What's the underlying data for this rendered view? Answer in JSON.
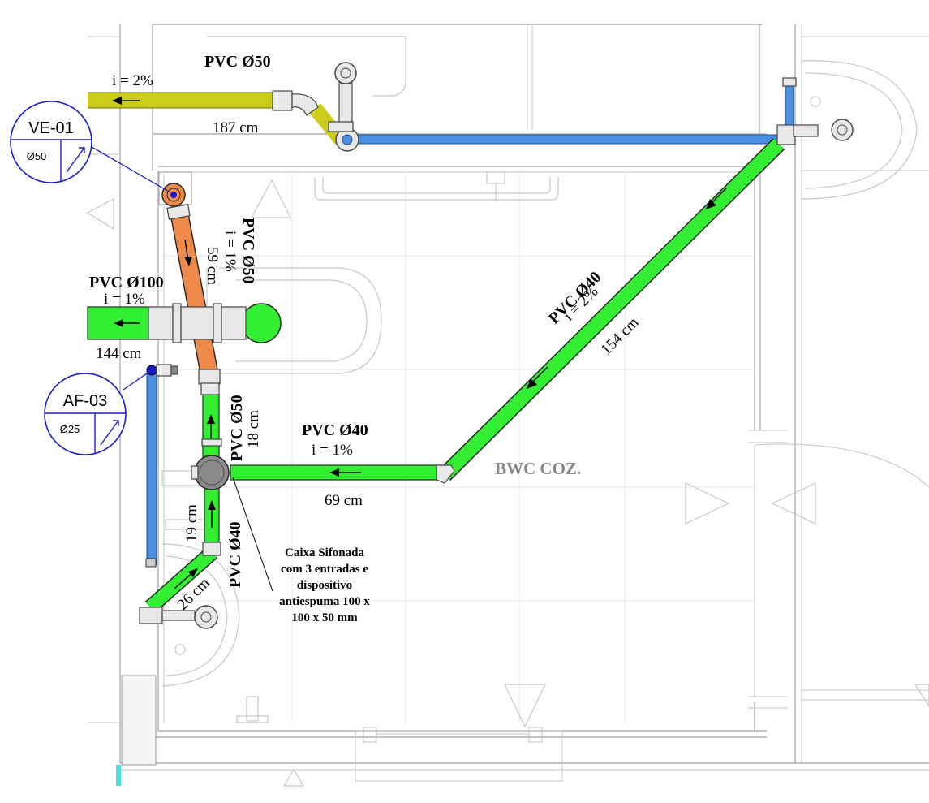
{
  "colors": {
    "pvc_green": "#33ee33",
    "vent_orange": "#f08a4b",
    "water_blue": "#4a8fe0",
    "drain_yellow": "#cccc1a",
    "tag_blue": "#1a1acc",
    "fitting_grey": "#e8e8e8"
  },
  "labels": {
    "pvc50_top": "PVC   Ø50",
    "slope_top": "i =    2%",
    "len_top": "187 cm",
    "pvc100": "PVC   Ø100",
    "slope_100": "i =    1%",
    "len_100": "144 cm",
    "pvc50_vent": "PVC   Ø50",
    "slope_vent": "i =    1%",
    "len_vent": "59 cm",
    "pvc40_diag": "PVC   Ø40",
    "slope_diag": "i =    2%",
    "len_diag": "154 cm",
    "pvc40_horiz": "PVC   Ø40",
    "slope_horiz": "i =    1%",
    "len_horiz": "69 cm",
    "pvc50_vert": "PVC   Ø50",
    "len_vert_50": "18 cm",
    "pvc40_vert": "PVC   Ø40",
    "len_vert_40": "19 cm",
    "len_sink": "26 cm",
    "room_name": "BWC COZ."
  },
  "note": {
    "line1": "Caixa Sifonada",
    "line2": "com 3 entradas e",
    "line3": "dispositivo",
    "line4": "antiespuma 100 x",
    "line5": "100 x 50 mm"
  },
  "tags": {
    "ve01_name": "VE-01",
    "ve01_dia": "Ø50",
    "af03_name": "AF-03",
    "af03_dia": "Ø25"
  }
}
